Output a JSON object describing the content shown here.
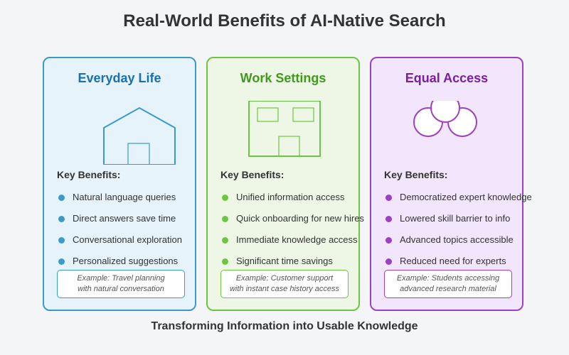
{
  "title": "Real-World Benefits of AI-Native Search",
  "footer": "Transforming Information into Usable Knowledge",
  "key_benefits_label": "Key Benefits:",
  "cards": [
    {
      "title": "Everyday Life",
      "accent": "#3a9bc9",
      "title_color": "#1a6fb0",
      "background": "#e6f3fb",
      "icon": "house-icon",
      "benefits": [
        "Natural language queries",
        "Direct answers save time",
        "Conversational exploration",
        "Personalized suggestions"
      ],
      "example": [
        "Example: Travel planning",
        "with natural conversation"
      ]
    },
    {
      "title": "Work Settings",
      "accent": "#6cc644",
      "title_color": "#3f9a1e",
      "background": "#eef7e6",
      "icon": "office-building-icon",
      "benefits": [
        "Unified information access",
        "Quick onboarding for new hires",
        "Immediate knowledge access",
        "Significant time savings"
      ],
      "example": [
        "Example: Customer support",
        "with instant case history access"
      ]
    },
    {
      "title": "Equal Access",
      "accent": "#9b3fc6",
      "title_color": "#7b1fa2",
      "background": "#f1e6fb",
      "icon": "people-circles-icon",
      "benefits": [
        "Democratized expert knowledge",
        "Lowered skill barrier to info",
        "Advanced topics accessible",
        "Reduced need for experts"
      ],
      "example": [
        "Example: Students accessing",
        "advanced research material"
      ]
    }
  ]
}
